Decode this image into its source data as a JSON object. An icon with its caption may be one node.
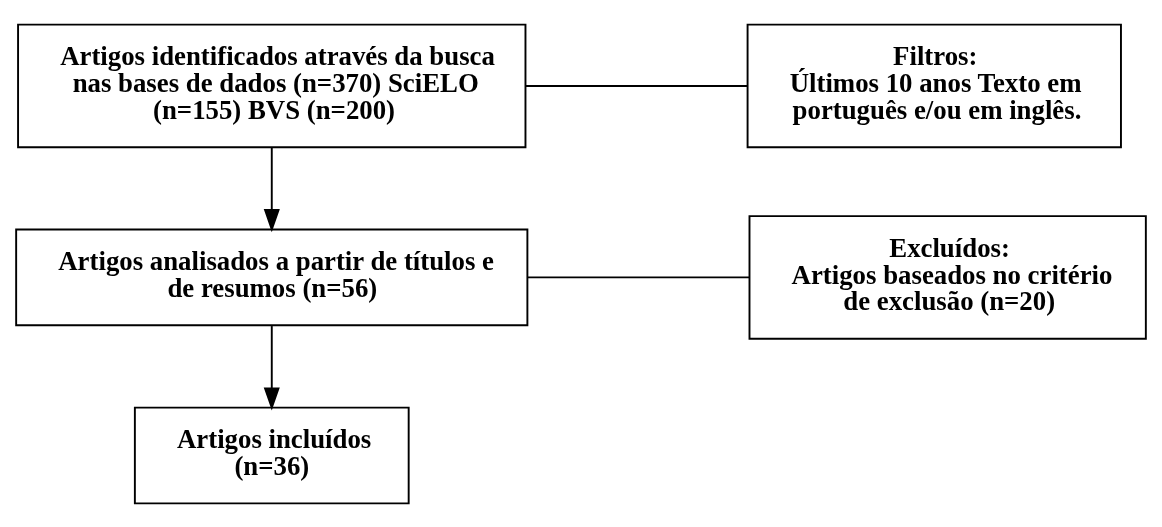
{
  "diagram": {
    "nodes": [
      {
        "text": [
          "Artigos identificados através da busca nas bases de dados (n=370) SciELO (n=155) BVS (n=200)"
        ]
      },
      {
        "text": [
          "Filtros:",
          "Últimos 10 anos Texto em português e/ou em inglês."
        ]
      },
      {
        "text": [
          "Artigos analisados a partir de títulos e de resumos (n=56)"
        ]
      },
      {
        "text": [
          "Excluídos:",
          "Artigos baseados no critério de exclusão (n=20)"
        ]
      },
      {
        "text": [
          "Artigos incluídos (n=36)"
        ]
      }
    ],
    "edges": [
      {
        "from": 0,
        "to": 1,
        "arrow": "none"
      },
      {
        "from": 0,
        "to": 2,
        "arrow": "to"
      },
      {
        "from": 2,
        "to": 3,
        "arrow": "none"
      },
      {
        "from": 2,
        "to": 4,
        "arrow": "to"
      }
    ]
  }
}
